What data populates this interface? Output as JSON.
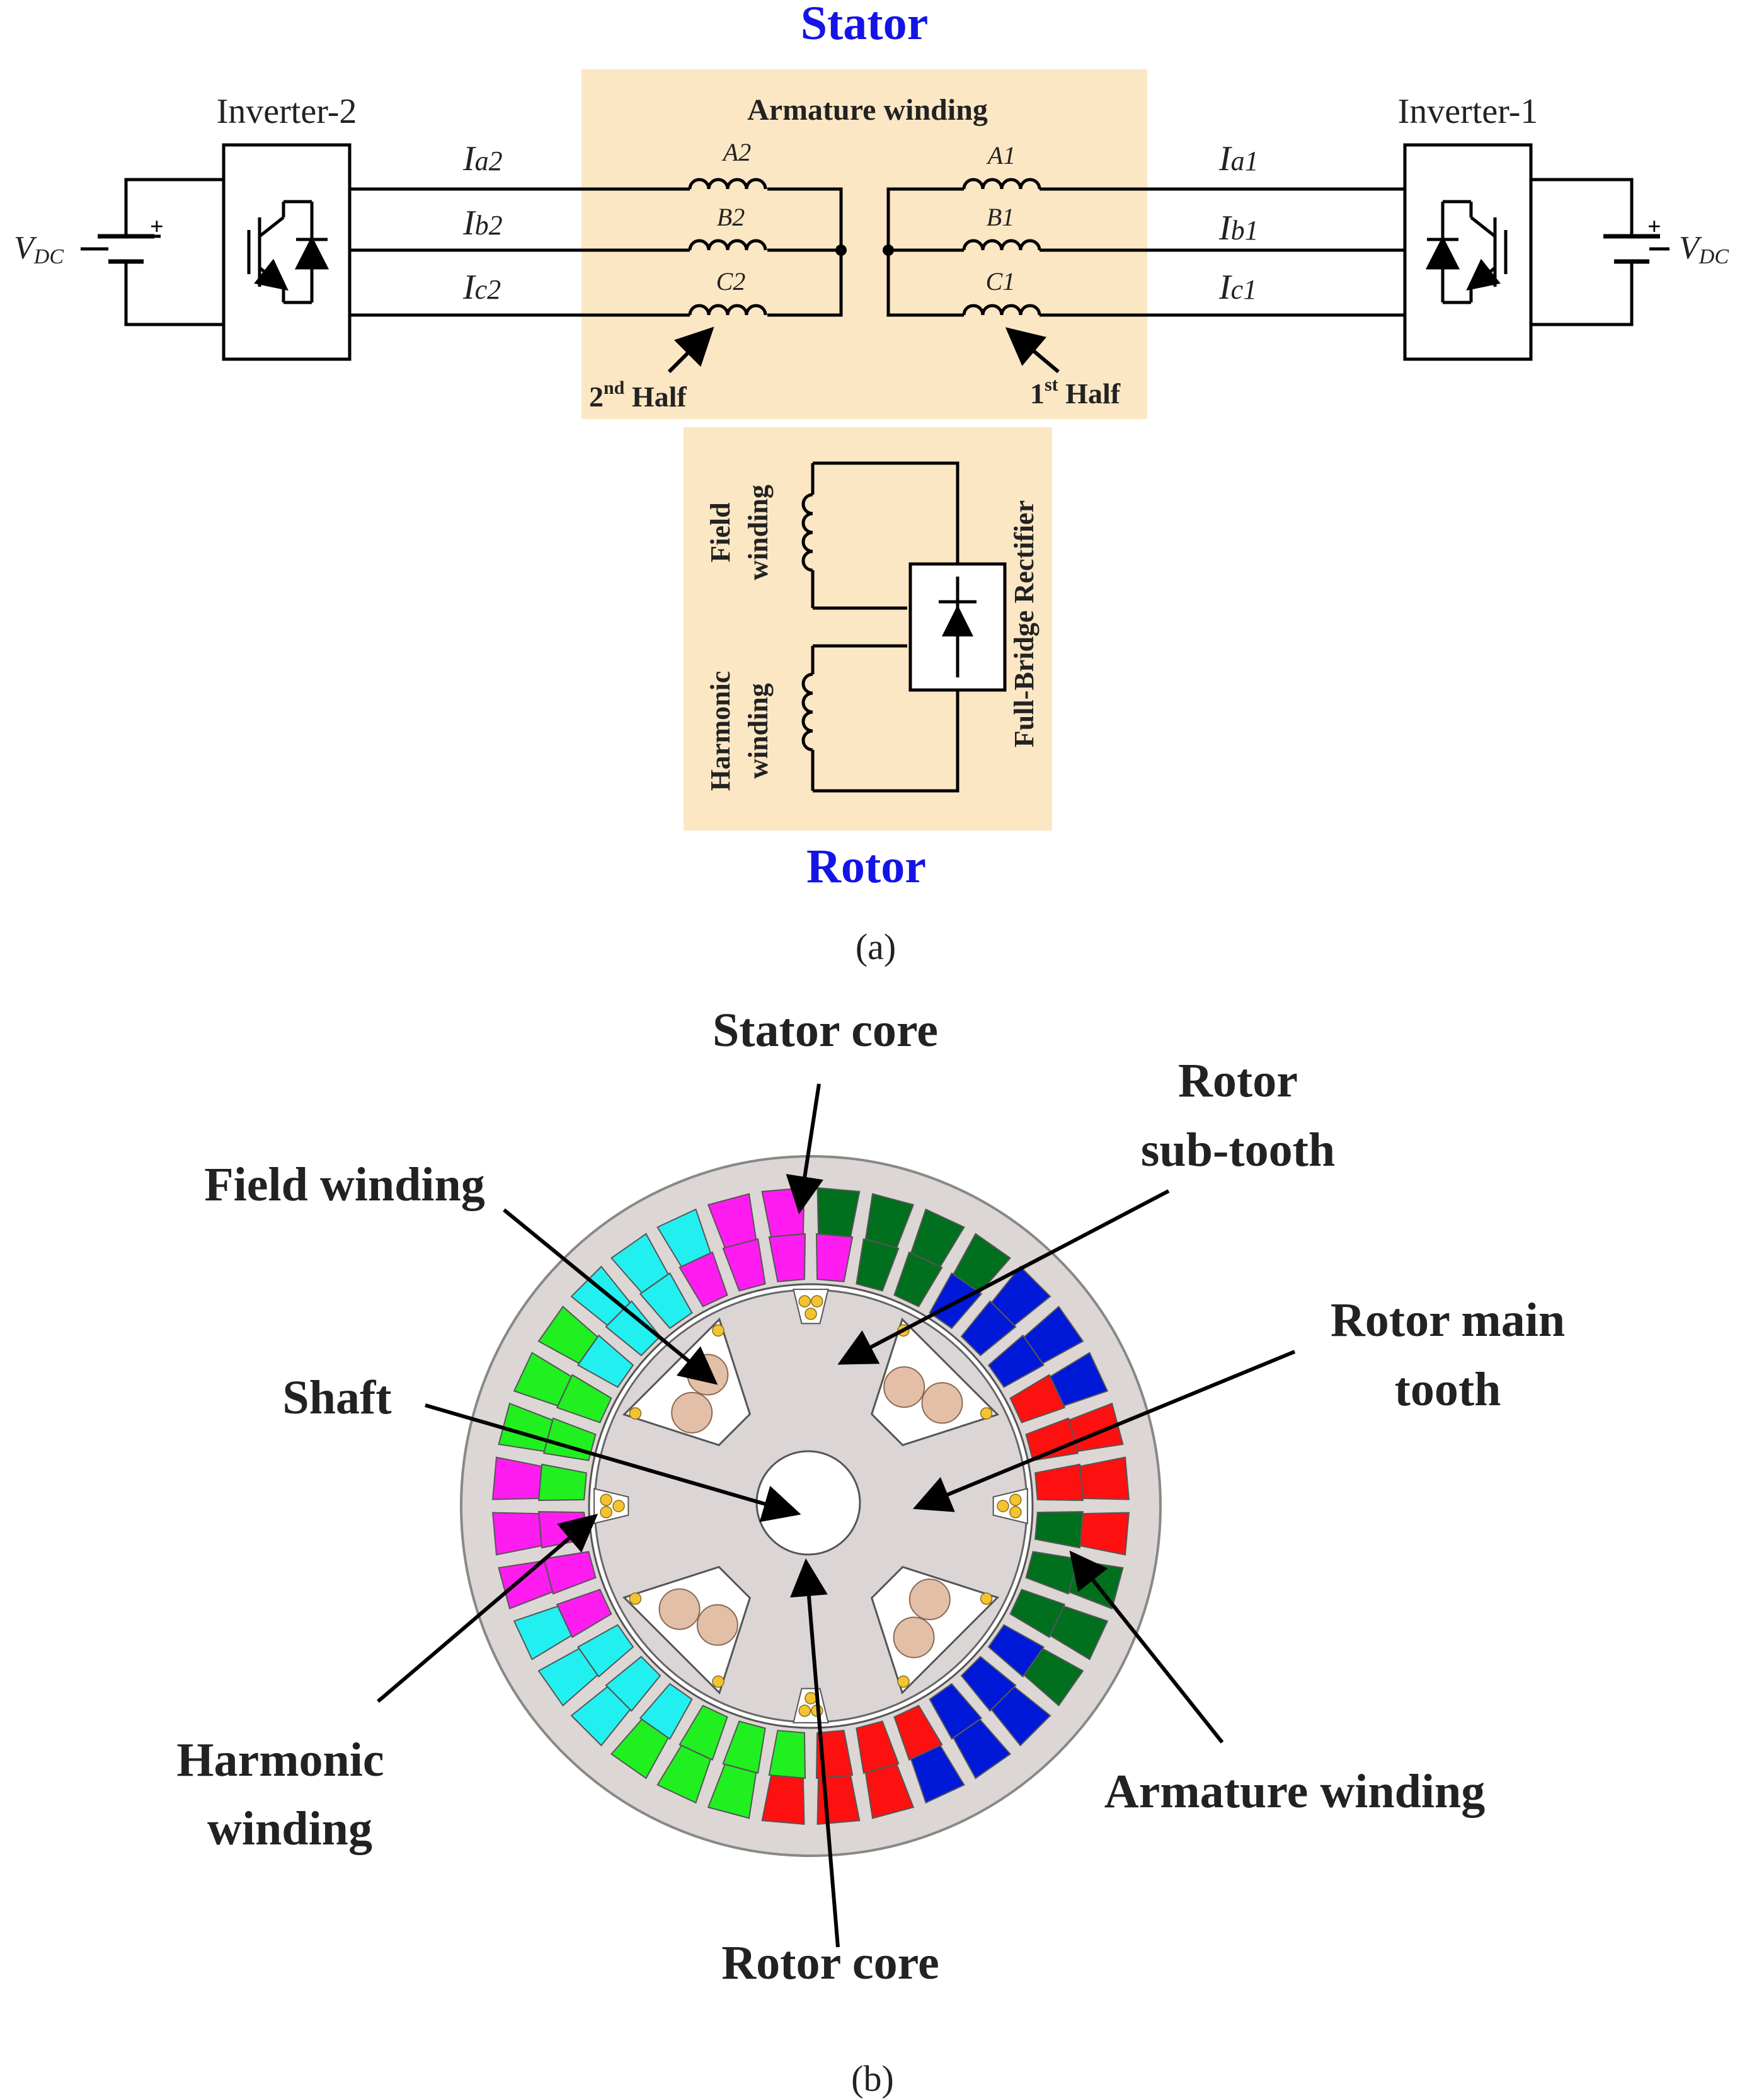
{
  "figure_a": {
    "stator_title": "Stator",
    "rotor_title": "Rotor",
    "caption": "(a)",
    "armature_winding": "Armature winding",
    "inverter_2": "Inverter-2",
    "inverter_1": "Inverter-1",
    "vdc_main": "V",
    "vdc_sub": "DC",
    "currents_left": [
      {
        "main": "I",
        "sub": "a2"
      },
      {
        "main": "I",
        "sub": "b2"
      },
      {
        "main": "I",
        "sub": "c2"
      }
    ],
    "currents_right": [
      {
        "main": "I",
        "sub": "a1"
      },
      {
        "main": "I",
        "sub": "b1"
      },
      {
        "main": "I",
        "sub": "c1"
      }
    ],
    "coils_left": [
      "A2",
      "B2",
      "C2"
    ],
    "coils_right": [
      "A1",
      "B1",
      "C1"
    ],
    "half_2_num": "2",
    "half_2_sup": "nd",
    "half_2_word": " Half",
    "half_1_num": "1",
    "half_1_sup": "st",
    "half_1_word": " Half",
    "field_winding_1": "Field",
    "field_winding_2": "winding",
    "harmonic_winding_1": "Harmonic",
    "harmonic_winding_2": "winding",
    "rectifier": "Full-Bridge Rectifier"
  },
  "figure_b": {
    "caption": "(b)",
    "labels": {
      "stator_core": "Stator core",
      "rotor_sub_tooth_1": "Rotor",
      "rotor_sub_tooth_2": "sub-tooth",
      "field_winding": "Field winding",
      "rotor_main_tooth_1": "Rotor main",
      "rotor_main_tooth_2": "tooth",
      "shaft": "Shaft",
      "harmonic_winding_1": "Harmonic",
      "harmonic_winding_2": "winding",
      "armature_winding": "Armature winding",
      "rotor_core": "Rotor core"
    },
    "colors": {
      "phase_magenta": "#ff1cf0",
      "phase_green": "#006f1e",
      "phase_blue": "#0018d8",
      "phase_red": "#ff1010",
      "phase_cyan": "#22f0f0",
      "phase_lime": "#20f020",
      "stator_core": "#dcd6d5",
      "rotor_core": "#dbd6d5",
      "field_conductor": "#e2bfa6",
      "harmonic_conductor": "#f4c430"
    }
  },
  "colors": {
    "title_blue": "#1414e6",
    "panel_tan": "#fbe7c4"
  }
}
